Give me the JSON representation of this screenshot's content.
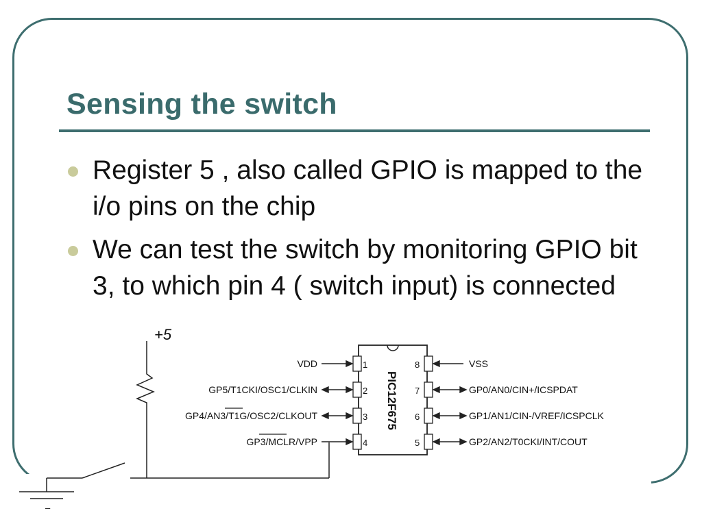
{
  "slide": {
    "title": "Sensing the switch",
    "bullets": [
      "Register 5 , also called GPIO is mapped to the i/o pins on the chip",
      "We can test the switch by monitoring GPIO bit 3, to which pin 4 ( switch input) is connected"
    ]
  },
  "diagram": {
    "supply_label": "+5",
    "chip": {
      "name": "PIC12F675",
      "left_pins": [
        {
          "num": "1",
          "label": "VDD"
        },
        {
          "num": "2",
          "label": "GP5/T1CKI/OSC1/CLKIN"
        },
        {
          "num": "3",
          "label": "GP4/AN3/T1G/OSC2/CLKOUT"
        },
        {
          "num": "4",
          "label": "GP3/MCLR/VPP"
        }
      ],
      "right_pins": [
        {
          "num": "8",
          "label": "VSS"
        },
        {
          "num": "7",
          "label": "GP0/AN0/CIN+/ICSPDAT"
        },
        {
          "num": "6",
          "label": "GP1/AN1/CIN-/VREF/ICSPCLK"
        },
        {
          "num": "5",
          "label": "GP2/AN2/T0CKI/INT/COUT"
        }
      ]
    },
    "ground_mark": "–"
  },
  "colors": {
    "accent": "#3e6e6f",
    "title": "#3a6b6c",
    "bullet_dot": "#c9cb9b"
  }
}
